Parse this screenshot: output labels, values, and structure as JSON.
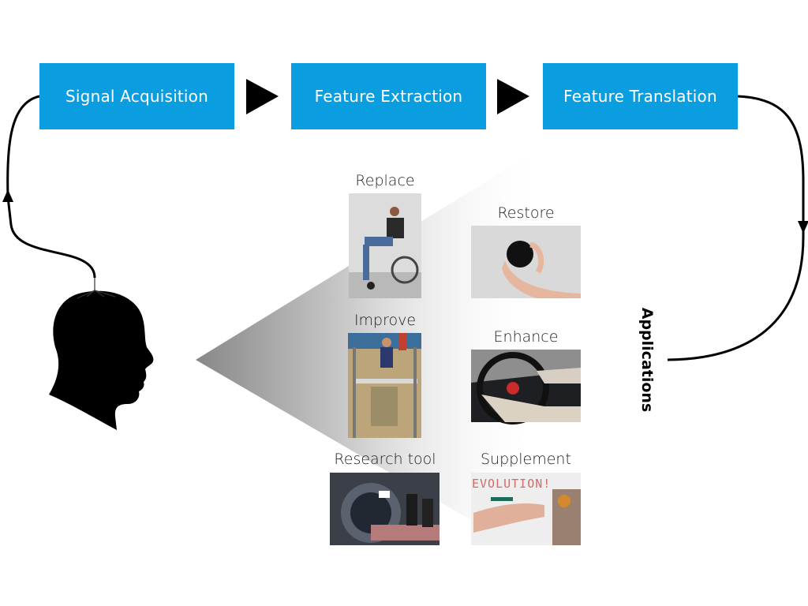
{
  "pipeline": {
    "stages": [
      {
        "label": "Signal Acquisition"
      },
      {
        "label": "Feature Extraction"
      },
      {
        "label": "Feature Translation"
      }
    ],
    "box_color": "#0a9ee0",
    "text_color": "#ffffff"
  },
  "applications": {
    "title": "Applications",
    "items": [
      {
        "label": "Replace",
        "icon": "wheelchair-user-photo"
      },
      {
        "label": "Restore",
        "icon": "hand-squeezing-ball-photo"
      },
      {
        "label": "Improve",
        "icon": "gait-rehab-robot-photo"
      },
      {
        "label": "Enhance",
        "icon": "driver-hands-steering-wheel-photo"
      },
      {
        "label": "Research tool",
        "icon": "mri-scanner-photo"
      },
      {
        "label": "Supplement",
        "icon": "whiteboard-writing-photo"
      }
    ],
    "whiteboard_text": "EVOLUTION!"
  },
  "icons": {
    "head": "human-head-silhouette-icon",
    "electrodes": "eeg-electrodes-icon",
    "arrow": "play-triangle-arrow-icon"
  }
}
